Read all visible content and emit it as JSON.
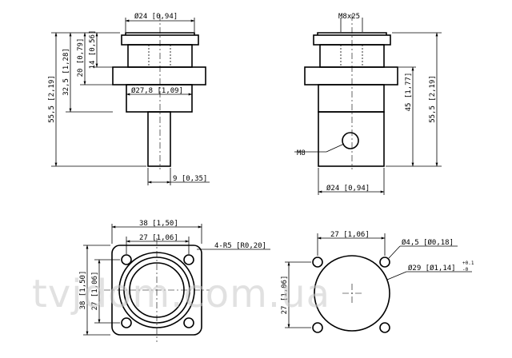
{
  "watermark": "tvjdom.com.ua",
  "front_view": {
    "dia_top": "Ø24 [0,94]",
    "height_total": "55,5 [2,19]",
    "height_32": "32,5 [1,28]",
    "height_20": "20 [0,79]",
    "height_14": "14 [0,56]",
    "dia_flange": "Ø27,8 [1,09]",
    "pin_width": "9 [0,35]"
  },
  "side_view": {
    "thread": "M8x25",
    "height_45": "45 [1,77]",
    "height_total": "55,5 [2,19]",
    "bolt_label": "M8",
    "dia_bottom": "Ø24 [0,94]"
  },
  "flange_view": {
    "width_38": "38 [1,50]",
    "width_27": "27 [1,06]",
    "radius_label": "4-R5 [R0,20]",
    "height_38": "38 [1,50]",
    "height_27": "27 [1,06]"
  },
  "hole_view": {
    "width_27": "27 [1,06]",
    "hole_dia": "Ø4,5 [Ø0,18]",
    "cut_dia": "Ø29 [Ø1,14]",
    "tol_plus": "+0.1",
    "tol_minus": "-0",
    "height_27": "27 [1,06]"
  }
}
